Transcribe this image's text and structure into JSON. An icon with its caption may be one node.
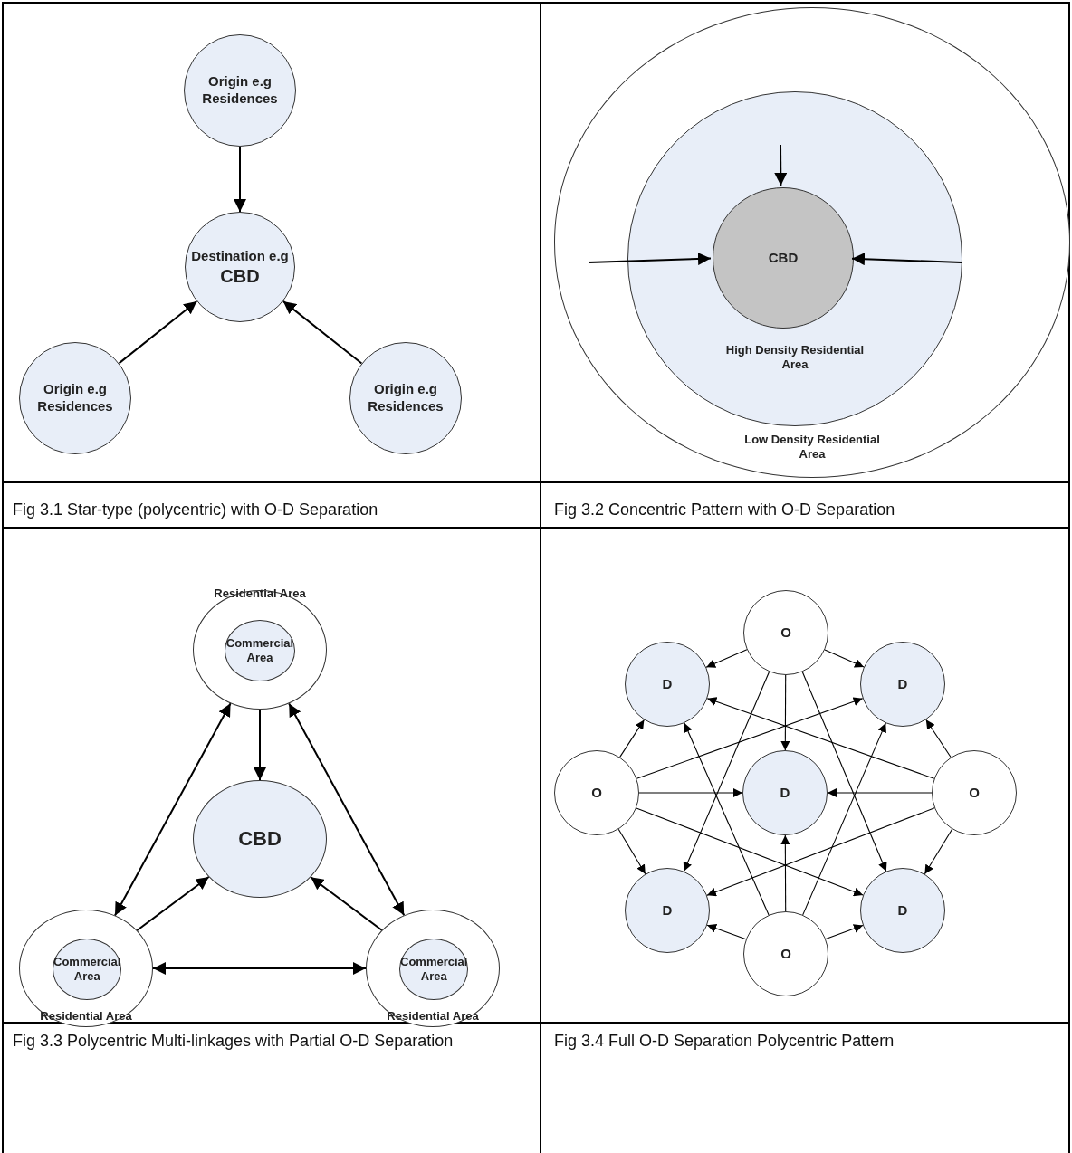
{
  "diagram": {
    "nodes": [
      {
        "text": [
          "Origin e.g Residences"
        ]
      },
      {
        "text": [
          "Destination e.g",
          "CBD"
        ]
      },
      {
        "text": [
          "Origin e.g Residences"
        ]
      },
      {
        "text": [
          "Origin e.g Residences"
        ]
      },
      {
        "text": [
          "Low Density Residential Area"
        ]
      },
      {
        "text": [
          "High Density Residential Area"
        ],
        "in": 4
      },
      {
        "text": [
          "CBD"
        ],
        "in": 5
      },
      {
        "text": [
          "Residential Area"
        ]
      },
      {
        "text": [
          "Commercial Area"
        ],
        "in": 7
      },
      {
        "text": [
          "CBD"
        ]
      },
      {
        "text": [
          "Residential Area"
        ]
      },
      {
        "text": [
          "Commercial Area"
        ],
        "in": 10
      },
      {
        "text": [
          "Residential Area"
        ]
      },
      {
        "text": [
          "Commercial Area"
        ],
        "in": 12
      },
      {
        "text": [
          "O"
        ]
      },
      {
        "text": [
          "D"
        ]
      },
      {
        "text": [
          "D"
        ]
      },
      {
        "text": [
          "O"
        ]
      },
      {
        "text": [
          "D"
        ]
      },
      {
        "text": [
          "O"
        ]
      },
      {
        "text": [
          "D"
        ]
      },
      {
        "text": [
          "D"
        ]
      },
      {
        "text": [
          "O"
        ]
      }
    ],
    "edges": [
      {
        "from": 0,
        "to": 1,
        "arrow": "to"
      },
      {
        "from": 2,
        "to": 1,
        "arrow": "to"
      },
      {
        "from": 3,
        "to": 1,
        "arrow": "to"
      },
      {
        "from": null,
        "to": 6,
        "arrow": "to"
      },
      {
        "from": null,
        "to": 6,
        "arrow": "to"
      },
      {
        "from": null,
        "to": 6,
        "arrow": "to"
      },
      {
        "from": 7,
        "to": 9,
        "arrow": "to"
      },
      {
        "from": 7,
        "to": 10,
        "arrow": "both"
      },
      {
        "from": 7,
        "to": 12,
        "arrow": "both"
      },
      {
        "from": 10,
        "to": 9,
        "arrow": "to"
      },
      {
        "from": 12,
        "to": 9,
        "arrow": "to"
      },
      {
        "from": 10,
        "to": 12,
        "arrow": "both"
      },
      {
        "from": 14,
        "to": 15,
        "arrow": "to"
      },
      {
        "from": 14,
        "to": 16,
        "arrow": "to"
      },
      {
        "from": 14,
        "to": 18,
        "arrow": "to"
      },
      {
        "from": 14,
        "to": 20,
        "arrow": "to"
      },
      {
        "from": 14,
        "to": 21,
        "arrow": "to"
      },
      {
        "from": 17,
        "to": 15,
        "arrow": "to"
      },
      {
        "from": 17,
        "to": 16,
        "arrow": "to"
      },
      {
        "from": 17,
        "to": 18,
        "arrow": "to"
      },
      {
        "from": 17,
        "to": 20,
        "arrow": "to"
      },
      {
        "from": 17,
        "to": 21,
        "arrow": "to"
      },
      {
        "from": 19,
        "to": 16,
        "arrow": "to"
      },
      {
        "from": 19,
        "to": 15,
        "arrow": "to"
      },
      {
        "from": 19,
        "to": 18,
        "arrow": "to"
      },
      {
        "from": 19,
        "to": 21,
        "arrow": "to"
      },
      {
        "from": 19,
        "to": 20,
        "arrow": "to"
      },
      {
        "from": 22,
        "to": 20,
        "arrow": "to"
      },
      {
        "from": 22,
        "to": 21,
        "arrow": "to"
      },
      {
        "from": 22,
        "to": 18,
        "arrow": "to"
      },
      {
        "from": 22,
        "to": 15,
        "arrow": "to"
      },
      {
        "from": 22,
        "to": 16,
        "arrow": "to"
      }
    ],
    "labels": [
      "Fig 3.1 Star-type (polycentric) with O-D Separation",
      "Fig 3.2 Concentric Pattern with O-D Separation",
      "Fig 3.3 Polycentric Multi-linkages with Partial O-D Separation",
      "Fig 3.4 Full O-D Separation Polycentric Pattern"
    ]
  }
}
